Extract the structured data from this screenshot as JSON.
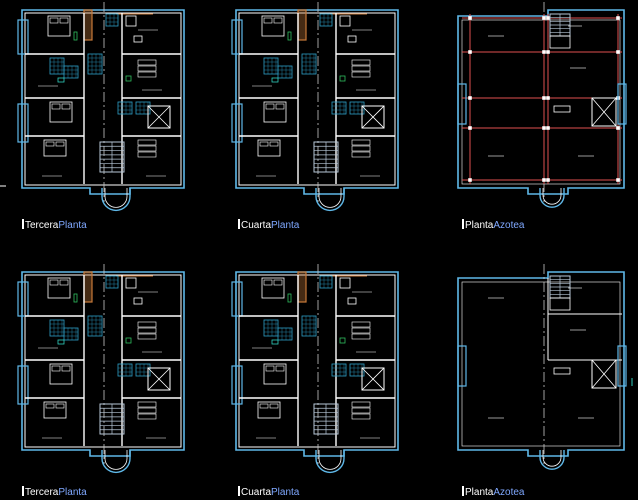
{
  "labels": [
    {
      "id": "t1",
      "part1": "Tercera",
      "part2": "Planta"
    },
    {
      "id": "t2",
      "part1": "Cuarta",
      "part2": "Planta"
    },
    {
      "id": "t3",
      "part1": "Planta",
      "part2": "Azotea"
    },
    {
      "id": "t4",
      "part1": "Tercera",
      "part2": "Planta"
    },
    {
      "id": "t5",
      "part1": "Cuarta",
      "part2": "Planta"
    },
    {
      "id": "t6",
      "part1": "Planta",
      "part2": "Azotea"
    }
  ],
  "colors": {
    "background": "#000000",
    "wall": "#ffffff",
    "outline": "#5fb8e8",
    "grid": "#e05050",
    "axis": "#c8c8c8",
    "stair": "#b8c8d8",
    "bath": "#2fa0c8",
    "accent": "#c87a3a",
    "cyan": "#30d0c0",
    "green": "#30c060"
  }
}
